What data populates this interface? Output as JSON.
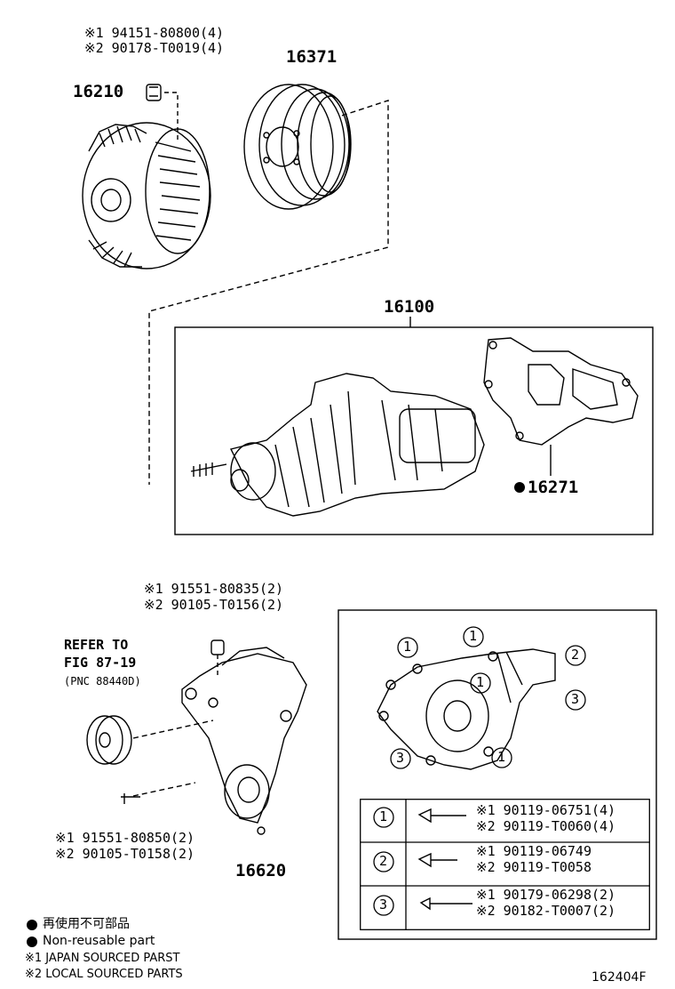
{
  "parts": {
    "fan_clutch": "16210",
    "pulley": "16371",
    "water_pump": "16100",
    "gasket": "16271",
    "idler": "16620"
  },
  "nut": {
    "line1": "※1 94151-80800(4)",
    "line2": "※2 90178-T0019(4)"
  },
  "bracket_bolt_top": {
    "line1": "※1 91551-80835(2)",
    "line2": "※2 90105-T0156(2)"
  },
  "bracket_bolt_bottom": {
    "line1": "※1 91551-80850(2)",
    "line2": "※2 90105-T0158(2)"
  },
  "refer": {
    "line1": "REFER TO",
    "line2": "FIG 87-19",
    "line3": "(PNC 88440D)"
  },
  "bolt_table": [
    {
      "callout": "1",
      "j": "※1 90119-06751(4)",
      "l": "※2 90119-T0060(4)"
    },
    {
      "callout": "2",
      "j": "※1 90119-06749",
      "l": "※2 90119-T0058"
    },
    {
      "callout": "3",
      "j": "※1 90179-06298(2)",
      "l": "※2 90182-T0007(2)"
    }
  ],
  "legend": {
    "jp": "再使用不可部品",
    "en": "Non-reusable part",
    "note1": "※1 JAPAN SOURCED PARST",
    "note2": "※2 LOCAL SOURCED PARTS"
  },
  "figure_id": "162404F",
  "callouts": {
    "one": "1",
    "two": "2",
    "three": "3"
  }
}
